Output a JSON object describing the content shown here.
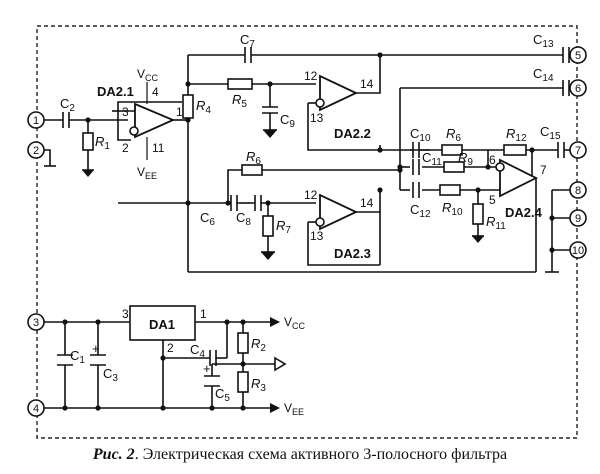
{
  "caption": {
    "figure_label": "Рис. 2",
    "text": ". Электрическая схема активного 3-полосного фильтра"
  },
  "opamps": {
    "da21": {
      "name": "DA2.1",
      "in_plus": "3",
      "in_minus": "2",
      "out": "1",
      "vcc_pin": "4",
      "vee_pin": "11"
    },
    "da22": {
      "name": "DA2.2",
      "in_plus": "12",
      "in_minus": "13",
      "out": "14"
    },
    "da23": {
      "name": "DA2.3",
      "in_plus": "12",
      "in_minus": "13",
      "out": "14"
    },
    "da24": {
      "name": "DA2.4",
      "in_minus": "6",
      "in_plus": "5",
      "out": "7"
    }
  },
  "regulator": {
    "name": "DA1",
    "pin_in": "3",
    "pin_out": "1",
    "pin_gnd": "2"
  },
  "supply": {
    "vcc": "CC",
    "vee": "EE",
    "v": "V"
  },
  "terminals": [
    "1",
    "2",
    "3",
    "4",
    "5",
    "6",
    "7",
    "8",
    "9",
    "10"
  ],
  "capacitors": {
    "c1": "1",
    "c2": "2",
    "c3": "3",
    "c4": "4",
    "c5": "5",
    "c6": "6",
    "c7": "7",
    "c8": "8",
    "c9": "9",
    "c10": "10",
    "c11": "11",
    "c12": "12",
    "c13": "13",
    "c14": "14",
    "c15": "15"
  },
  "resistors": {
    "r1": "1",
    "r2": "2",
    "r3": "3",
    "r4": "4",
    "r5": "5",
    "r6a": "6",
    "r6b": "6",
    "r7": "7",
    "r9": "9",
    "r10": "10",
    "r11": "11",
    "r12": "12"
  },
  "prefix": {
    "cap": "C",
    "res": "R"
  },
  "polarity_mark": "+"
}
